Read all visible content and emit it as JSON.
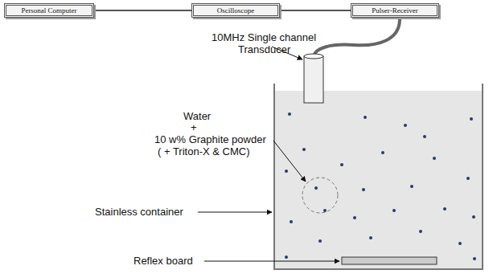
{
  "diagram": {
    "nodes": [
      {
        "text": [
          "Personal Computer"
        ]
      },
      {
        "text": [
          "Oscilloscope"
        ]
      },
      {
        "text": [
          "Pulser-Receiver"
        ]
      }
    ],
    "edges": [
      {
        "from": 0,
        "to": 1,
        "arrow": "none"
      },
      {
        "from": 1,
        "to": 2,
        "arrow": "none"
      }
    ],
    "labels": [
      "10MHz Single channel",
      "Transducer",
      "Water",
      "+",
      "10 w% Graphite powder",
      "( + Triton-X & CMC)",
      "Stainless container",
      "Reflex board"
    ]
  }
}
